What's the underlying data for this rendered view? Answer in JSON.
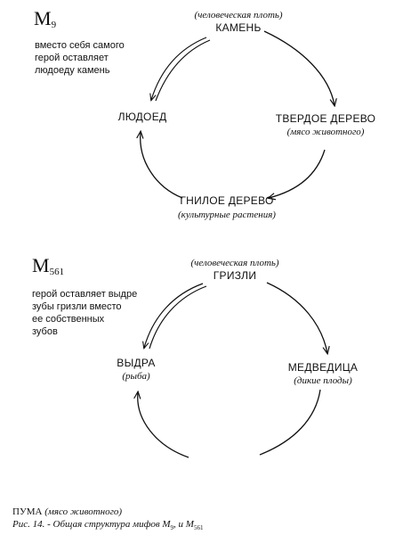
{
  "diagram1": {
    "myth_label": "M",
    "myth_sub": "9",
    "note": [
      "вместо себя самого",
      "герой оставляет",
      "людоеду камень"
    ],
    "top": {
      "sub": "(человеческая плоть)",
      "title": "КАМЕНЬ"
    },
    "left": {
      "title": "ЛЮДОЕД"
    },
    "right": {
      "title": "ТВЕРДОЕ ДЕРЕВО",
      "sub": "(мясо животного)"
    },
    "bottom": {
      "title": "ГНИЛОЕ ДЕРЕВО",
      "sub": "(культурные растения)"
    }
  },
  "diagram2": {
    "myth_label": "M",
    "myth_sub": "561",
    "note": [
      "герой оставляет выдре",
      "зубы гризли вместо",
      "ее собственных",
      "зубов"
    ],
    "top": {
      "sub": "(человеческая плоть)",
      "title": "ГРИЗЛИ"
    },
    "left": {
      "title": "ВЫДРА",
      "sub": "(рыба)"
    },
    "right": {
      "title": "МЕДВЕДИЦА",
      "sub": "(дикие плоды)"
    }
  },
  "footer": {
    "puma_title": "ПУМА",
    "puma_sub": "(мясо животного)",
    "caption_text": "Рис. 14. - Общая структура мифов М",
    "caption_and": "и М",
    "caption_sub": "561"
  }
}
